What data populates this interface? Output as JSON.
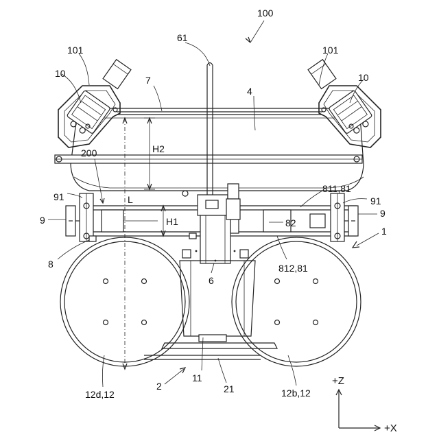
{
  "labels": {
    "ref_100": "100",
    "ref_61": "61",
    "ref_101_left": "101",
    "ref_101_right": "101",
    "ref_10_left": "10",
    "ref_10_right": "10",
    "ref_7": "7",
    "ref_4": "4",
    "ref_200": "200",
    "ref_H2": "H2",
    "ref_L": "L",
    "ref_H1": "H1",
    "ref_91_left": "91",
    "ref_91_right": "91",
    "ref_9_left": "9",
    "ref_9_right": "9",
    "ref_811": "811,81",
    "ref_82": "82",
    "ref_1": "1",
    "ref_8": "8",
    "ref_812": "812,81",
    "ref_6": "6",
    "ref_11": "11",
    "ref_2": "2",
    "ref_21": "21",
    "ref_12d": "12d,12",
    "ref_12b": "12b,12"
  },
  "axes": {
    "z_label": "+Z",
    "x_label": "+X"
  }
}
